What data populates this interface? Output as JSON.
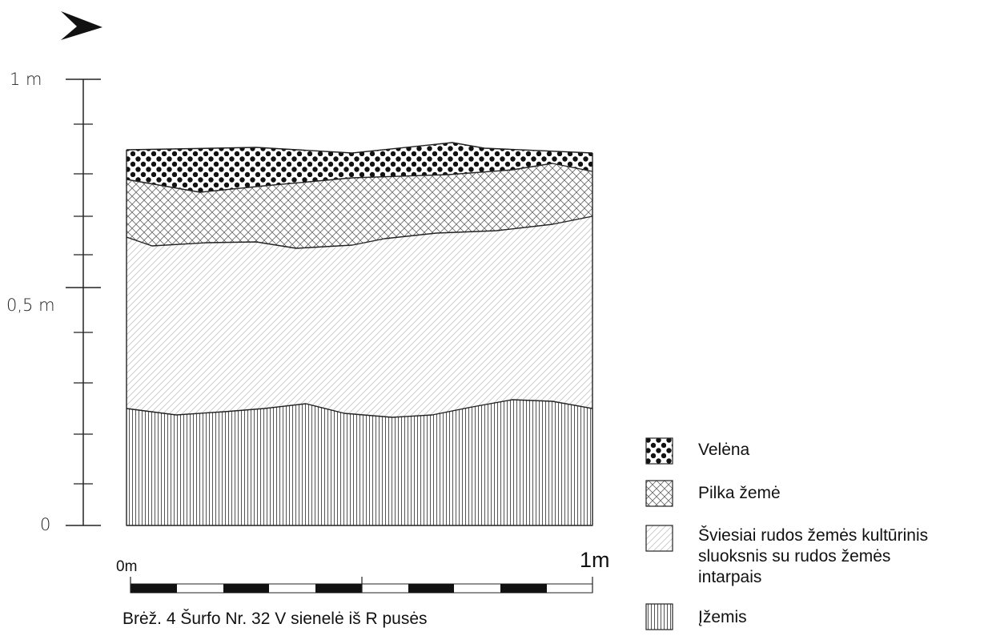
{
  "vertical_scale": {
    "top_label": "1 m",
    "mid_label": "0,5 m",
    "bottom_label": "0"
  },
  "horizontal_scale": {
    "start_label": "0m",
    "end_label": "1m"
  },
  "caption": "Brėž. 4 Šurfo Nr. 32 V sienelė iš R pusės",
  "legend": [
    {
      "id": "velena",
      "label": "Velėna",
      "pattern": "dots"
    },
    {
      "id": "pilka",
      "label": "Pilka žemė",
      "pattern": "crosshatch"
    },
    {
      "id": "sviesiai",
      "label": "Šviesiai rudos žemės kultūrinis sluoksnis su rudos žemės intarpais",
      "pattern": "diagonal"
    },
    {
      "id": "izemis",
      "label": "Įžemis",
      "pattern": "vertical"
    }
  ],
  "colors": {
    "line": "#222222",
    "fill_dark": "#111111"
  },
  "icons": {
    "north_arrow": "north-arrow-icon"
  }
}
